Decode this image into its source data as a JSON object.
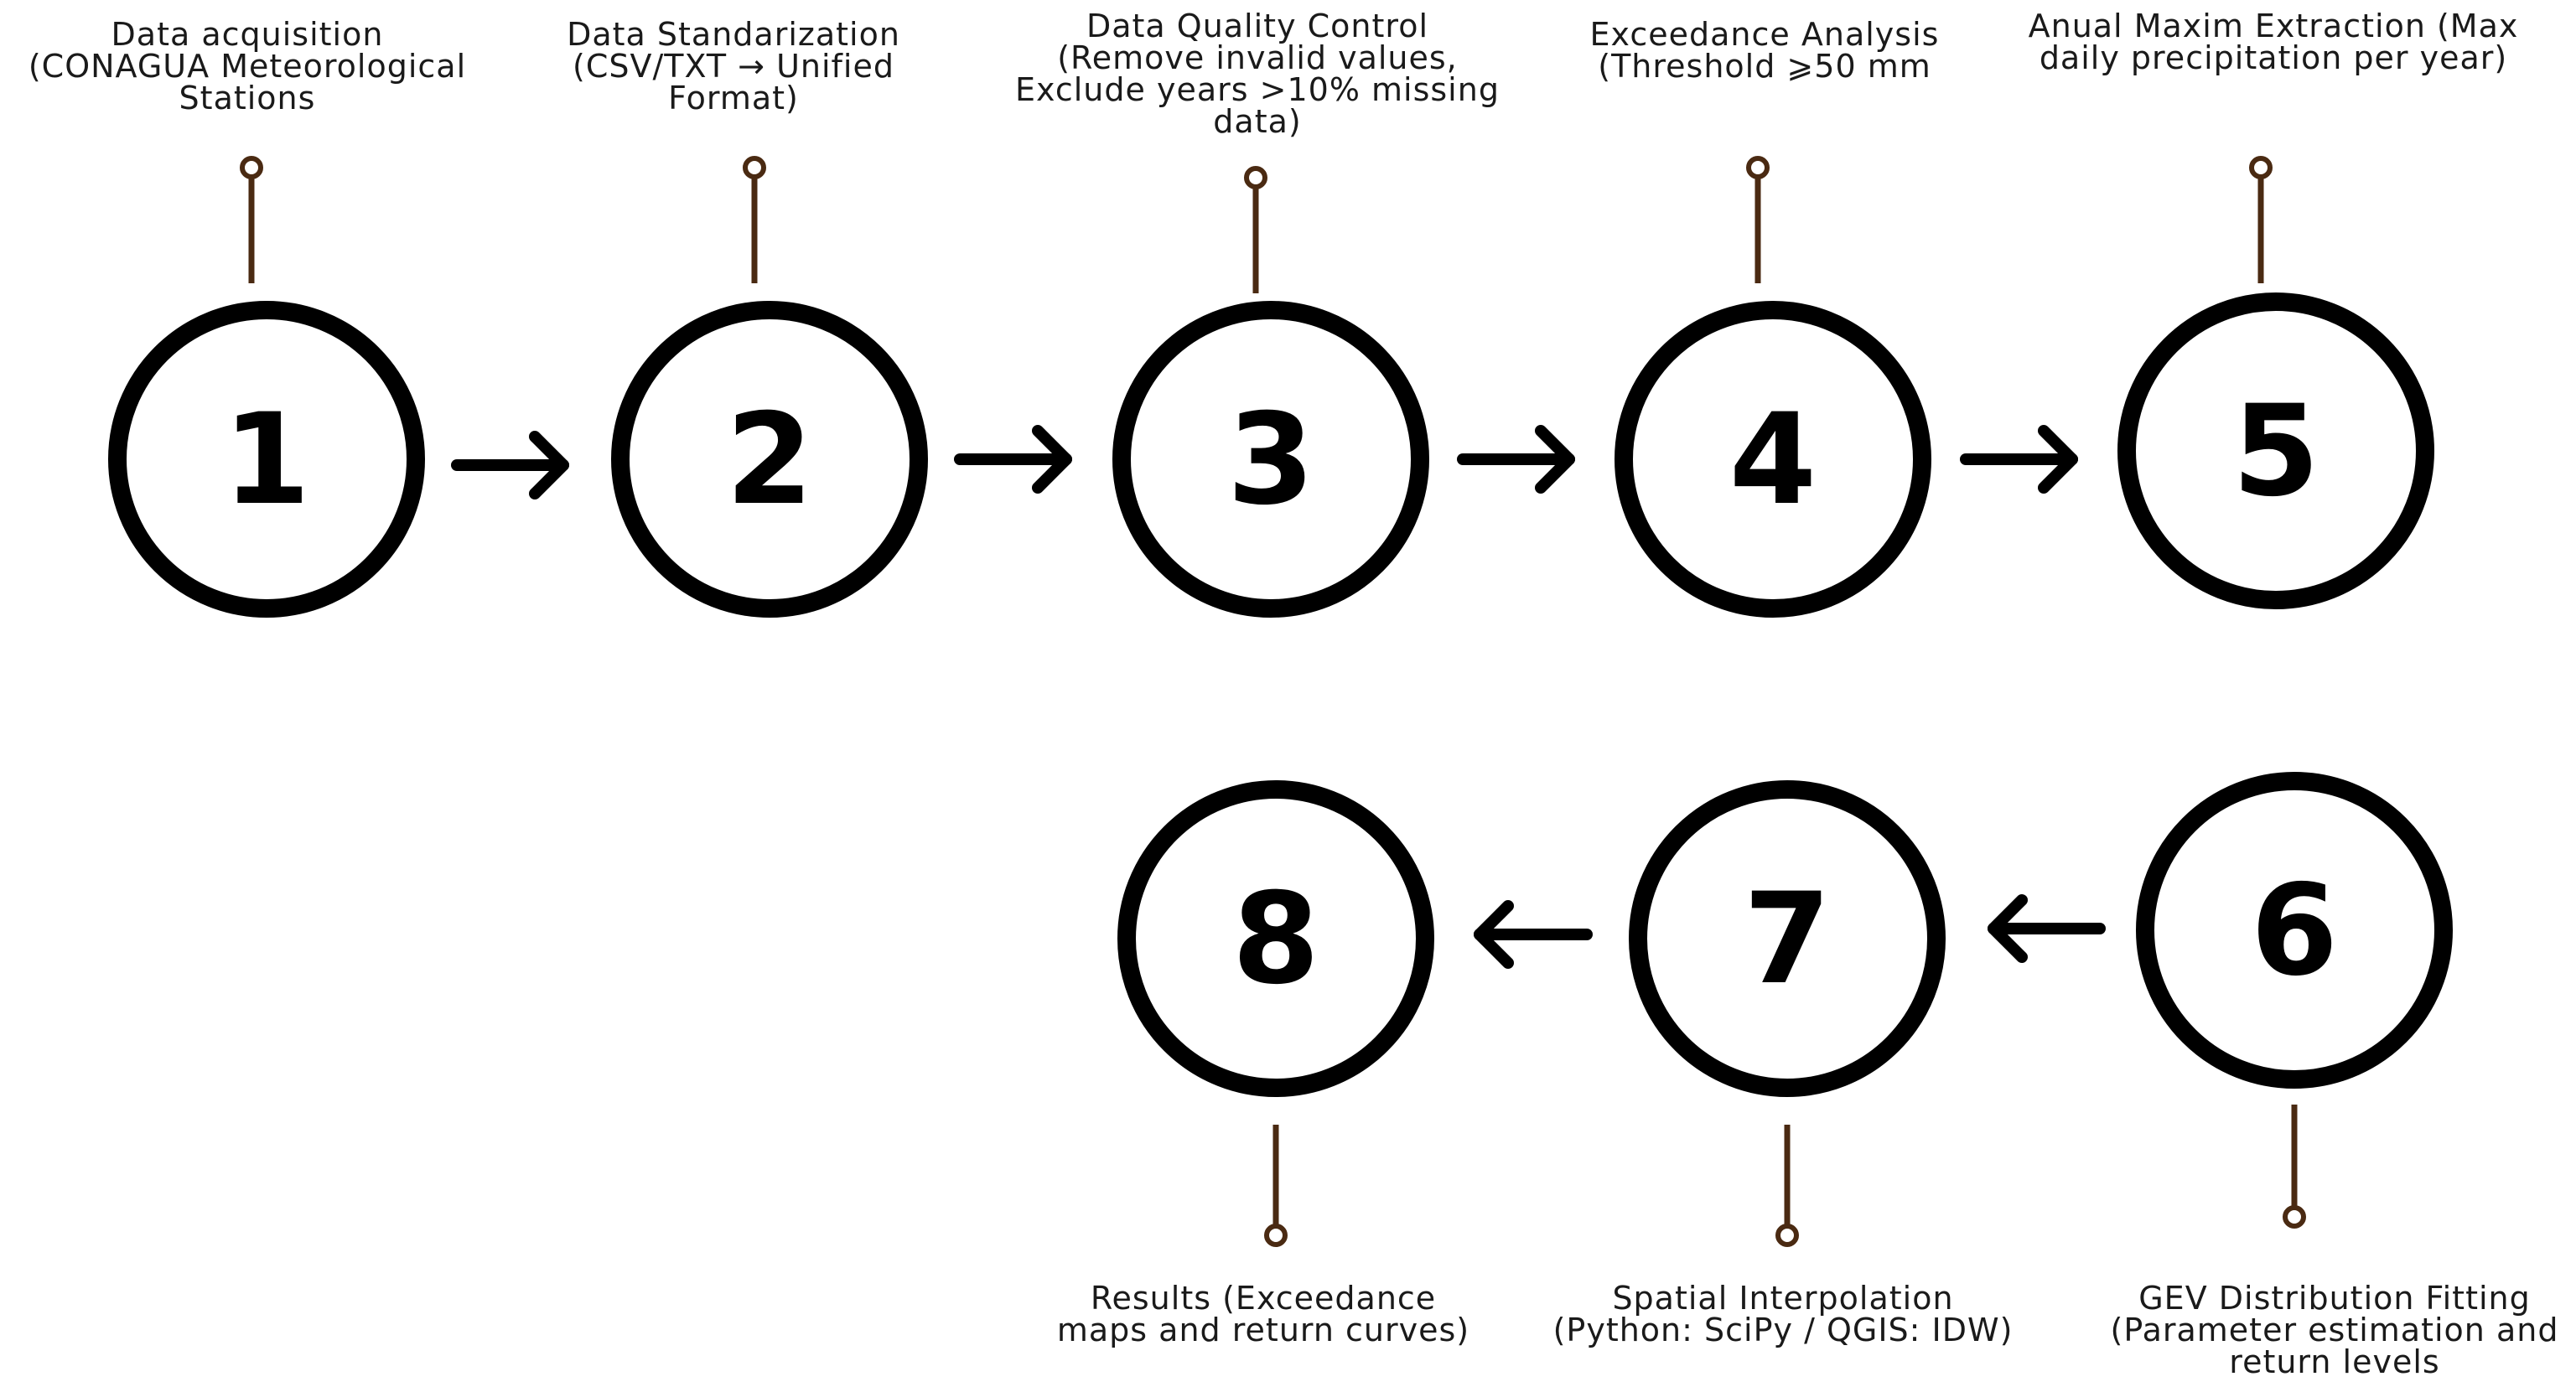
{
  "colors": {
    "circle_stroke": "#000000",
    "arrow": "#000000",
    "connector": "#4a2a12",
    "text": "#1a1a1a"
  },
  "steps": [
    {
      "number": "1",
      "caption": [
        "Data acquisition",
        "(CONAGUA Meteorological",
        "Stations"
      ]
    },
    {
      "number": "2",
      "caption": [
        "Data Standarization",
        "(CSV/TXT → Unified",
        "Format)"
      ]
    },
    {
      "number": "3",
      "caption": [
        "Data Quality Control",
        "(Remove invalid values,",
        "Exclude years >10% missing",
        "data)"
      ]
    },
    {
      "number": "4",
      "caption": [
        "Exceedance Analysis",
        "(Threshold ⩾50 mm"
      ]
    },
    {
      "number": "5",
      "caption": [
        "Anual Maxim Extraction (Max",
        "daily precipitation per year)"
      ]
    },
    {
      "number": "6",
      "caption": [
        "GEV Distribution Fitting",
        "(Parameter estimation and",
        "return levels"
      ]
    },
    {
      "number": "7",
      "caption": [
        "Spatial Interpolation",
        "(Python: SciPy / QGIS: IDW)"
      ]
    },
    {
      "number": "8",
      "caption": [
        "Results (Exceedance",
        "maps and return curves)"
      ]
    }
  ]
}
